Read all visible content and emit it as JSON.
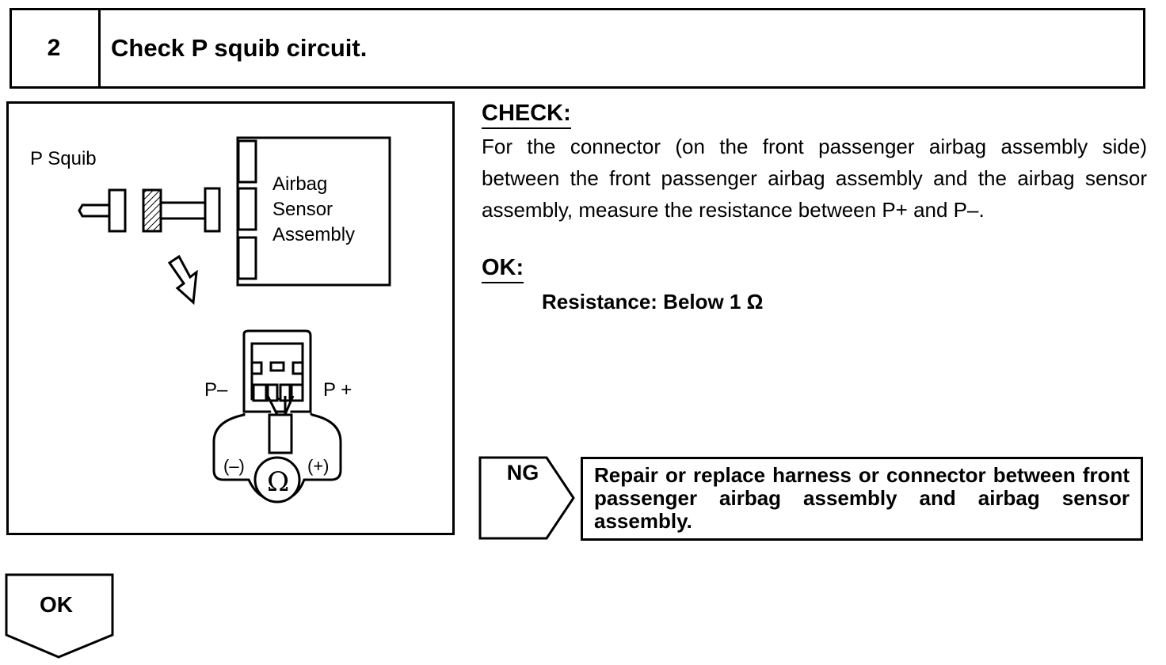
{
  "step": {
    "number": "2",
    "title": "Check P squib circuit."
  },
  "figure": {
    "squib_label": "P Squib",
    "sensor_label_lines": [
      "Airbag",
      "Sensor",
      "Assembly"
    ],
    "terminal_minus": "P–",
    "terminal_plus": "P +",
    "meter_minus": "(–)",
    "meter_plus": "(+)",
    "meter_symbol": "Ω",
    "meter_icon": "ohmmeter-icon"
  },
  "check": {
    "heading": "CHECK:",
    "text": "For the connector (on the front passenger airbag assembly side) between the front passenger airbag assembly and the air­bag sensor assembly, measure the resistance between P+ and P–."
  },
  "ok_spec": {
    "heading": "OK:",
    "spec": "Resistance: Below 1 Ω"
  },
  "ng": {
    "label": "NG",
    "result": "Repair or replace harness or connector be­tween front passenger airbag assembly and air­bag sensor assembly."
  },
  "ok_flow": {
    "label": "OK"
  }
}
